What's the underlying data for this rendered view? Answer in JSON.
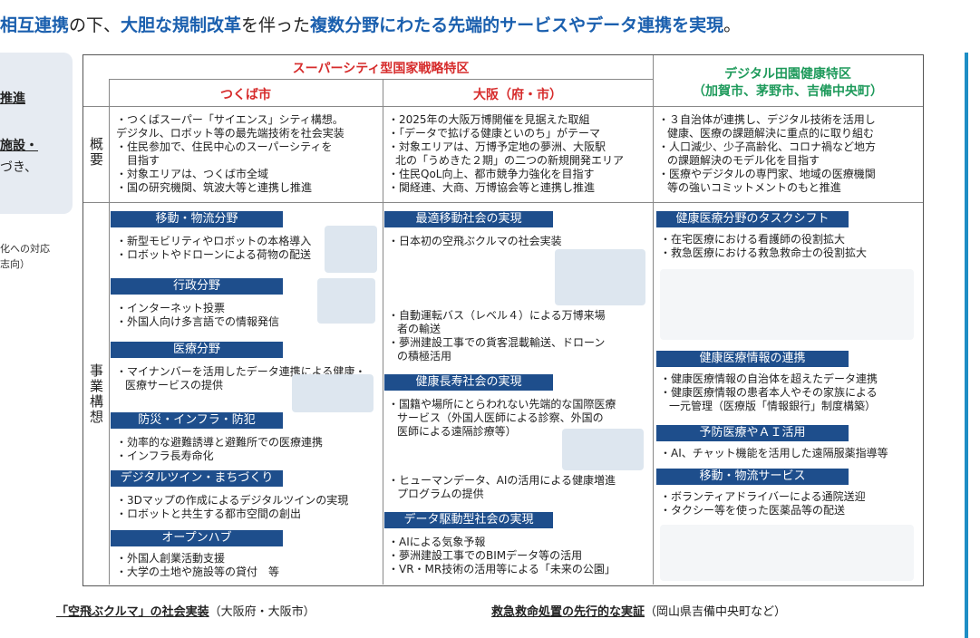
{
  "header": {
    "part1": "相互連携",
    "part2": "の下、",
    "part3": "大胆な規制改革",
    "part4": "を伴った",
    "part5": "複数分野にわたる先端的サービスやデータ連携を実現",
    "part6": "。"
  },
  "left_panel": {
    "line1": "推進",
    "line2": "施設・",
    "line3": "づき、",
    "note1": "化への対応",
    "note2": "志向）"
  },
  "table": {
    "top_header": "スーパーシティ型国家戦略特区",
    "col1_header": "つくば市",
    "col2_header": "大阪（府・市）",
    "col3_header_line1": "デジタル田園健康特区",
    "col3_header_line2": "（加賀市、茅野市、吉備中央町）",
    "row1_label": "概要",
    "row2_label": "事業構想",
    "overview": {
      "tsukuba": [
        "・つくばスーパー「サイエンス」シティ構想。",
        "デジタル、ロボット等の最先端技術を社会実装",
        "・住民参加で、住民中心のスーパーシティを",
        "目指す",
        "・対象エリアは、つくば市全域",
        "・国の研究機関、筑波大等と連携し推進"
      ],
      "osaka": [
        "・2025年の大阪万博開催を見据えた取組",
        "・「データで拡げる健康といのち」がテーマ",
        "・対象エリアは、万博予定地の夢洲、大阪駅",
        "北の「うめきた２期」の二つの新規開発エリア",
        "・住民QoL向上、都市競争力強化を目指す",
        "・関経連、大商、万博協会等と連携し推進"
      ],
      "digital": [
        "・３自治体が連携し、デジタル技術を活用し",
        "健康、医療の課題解決に重点的に取り組む",
        "・人口減少、少子高齢化、コロナ禍など地方",
        "の課題解決のモデル化を目指す",
        "・医療やデジタルの専門家、地域の医療機関",
        "等の強いコミットメントのもと推進"
      ]
    },
    "tsukuba_sections": [
      {
        "title": "移動・物流分野",
        "items": [
          "・新型モビリティやロボットの本格導入",
          "・ロボットやドローンによる荷物の配送"
        ]
      },
      {
        "title": "行政分野",
        "items": [
          "・インターネット投票",
          "・外国人向け多言語での情報発信"
        ]
      },
      {
        "title": "医療分野",
        "items": [
          "・マイナンバーを活用したデータ連携による健康・",
          "医療サービスの提供"
        ]
      },
      {
        "title": "防災・インフラ・防犯",
        "items": [
          "・効率的な避難誘導と避難所での医療連携",
          "・インフラ長寿命化"
        ]
      },
      {
        "title": "デジタルツイン・まちづくり",
        "items": [
          "・3Dマップの作成によるデジタルツインの実現",
          "・ロボットと共生する都市空間の創出"
        ]
      },
      {
        "title": "オープンハブ",
        "items": [
          "・外国人創業活動支援",
          "・大学の土地や施設等の貸付　等"
        ]
      }
    ],
    "osaka_sections": [
      {
        "title": "最適移動社会の実現",
        "items": [
          "・日本初の空飛ぶクルマの社会実装",
          "・自動運転バス（レベル４）による万博来場",
          "者の輸送",
          "・夢洲建設工事での貨客混載輸送、ドローン",
          "の積極活用"
        ]
      },
      {
        "title": "健康長寿社会の実現",
        "items": [
          "・国籍や場所にとらわれない先端的な国際医療",
          "サービス（外国人医師による診察、外国の",
          "医師による遠隔診療等）",
          "・ヒューマンデータ、AIの活用による健康増進",
          "プログラムの提供"
        ]
      },
      {
        "title": "データ駆動型社会の実現",
        "items": [
          "・AIによる気象予報",
          "・夢洲建設工事でのBIMデータ等の活用",
          "・VR・MR技術の活用等による「未来の公園」"
        ]
      }
    ],
    "digital_sections": [
      {
        "title": "健康医療分野のタスクシフト",
        "items": [
          "・在宅医療における看護師の役割拡大",
          "・救急医療における救急救命士の役割拡大"
        ]
      },
      {
        "title": "健康医療情報の連携",
        "items": [
          "・健康医療情報の自治体を超えたデータ連携",
          "・健康医療情報の患者本人やその家族による",
          "一元管理（医療版「情報銀行」制度構築）"
        ]
      },
      {
        "title": "予防医療やＡＩ活用",
        "items": [
          "・AI、チャット機能を活用した遠隔服薬指導等"
        ]
      },
      {
        "title": "移動・物流サービス",
        "items": [
          "・ボランティアドライバーによる通院送迎",
          "・タクシー等を使った医薬品等の配送"
        ]
      }
    ]
  },
  "captions": {
    "left_bold": "「空飛ぶクルマ」の社会実装",
    "left_rest": "（大阪府・大阪市）",
    "right_bold": "救急救命処置の先行的な実証",
    "right_rest": "（岡山県吉備中央町など）"
  },
  "colors": {
    "accent_blue": "#1a5fae",
    "band_navy": "#1e4e8c",
    "header_red": "#d62b2b",
    "header_green": "#1e9a5b",
    "right_border": "#1e8ec5"
  }
}
